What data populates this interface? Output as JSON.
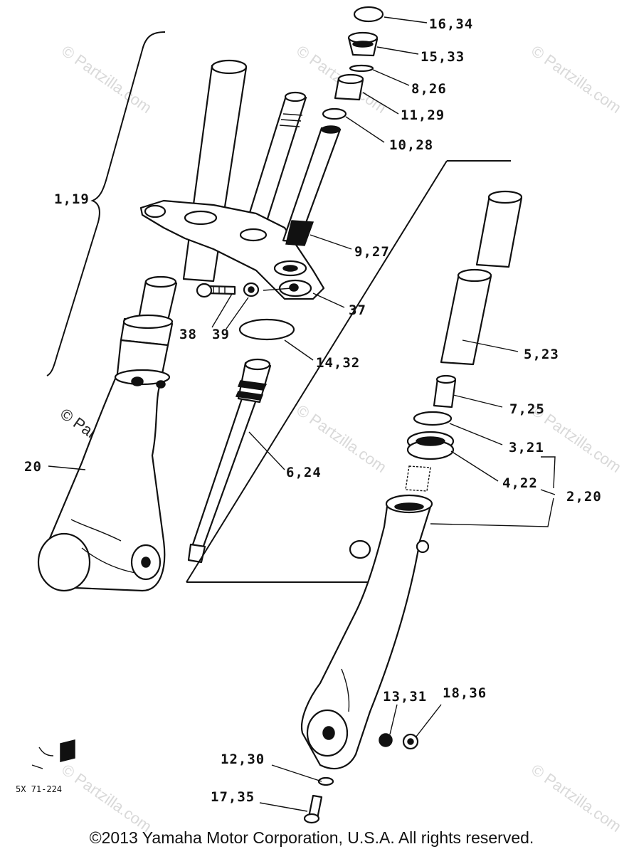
{
  "diagram": {
    "labels": {
      "l_16_34": "16,34",
      "l_15_33": "15,33",
      "l_8_26": "8,26",
      "l_11_29": "11,29",
      "l_10_28": "10,28",
      "l_1_19": "1,19",
      "l_9_27": "9,27",
      "l_37": "37",
      "l_38": "38",
      "l_39": "39",
      "l_14_32": "14,32",
      "l_5_23": "5,23",
      "l_7_25": "7,25",
      "l_3_21": "3,21",
      "l_4_22": "4,22",
      "l_2_20": "2,20",
      "l_6_24": "6,24",
      "l_20": "20",
      "l_13_31": "13,31",
      "l_18_36": "18,36",
      "l_12_30": "12,30",
      "l_17_35": "17,35"
    },
    "diagram_code": "5X 71-224",
    "watermark": "© Partzilla.com",
    "copyright": "©2013 Yamaha Motor Corporation, U.S.A. All rights reserved."
  }
}
